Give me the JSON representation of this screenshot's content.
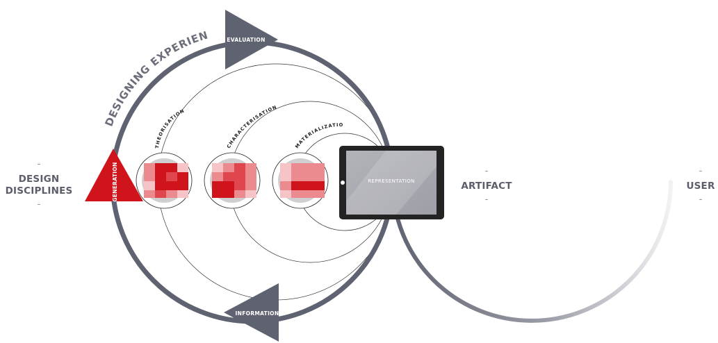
{
  "labels": {
    "cycle_title": "DESIGNING EXPERIENCES",
    "left_dash_top": "-",
    "left_line1": "DESIGN",
    "left_line2": "DISCIPLINES",
    "left_dash_bottom": "-",
    "artifact_dash_top": "-",
    "artifact": "ARTIFACT",
    "artifact_dash_bottom": "-",
    "user_dash_top": "-",
    "user": "USER",
    "user_dash_bottom": "-"
  },
  "nodes": {
    "evaluation": "EVALUATION",
    "generation": "GENERATION",
    "information": "INFORMATION",
    "representation": "REPRESENTATION"
  },
  "stages": {
    "theorisation": "THEORISATION",
    "characterisation": "CHARACTERISATION",
    "materialization": "MATERIALIZATION"
  },
  "colors": {
    "ring": "#5f6270",
    "red": "#d0141c",
    "tablet": "#232323",
    "screen": "#a9aab1"
  }
}
